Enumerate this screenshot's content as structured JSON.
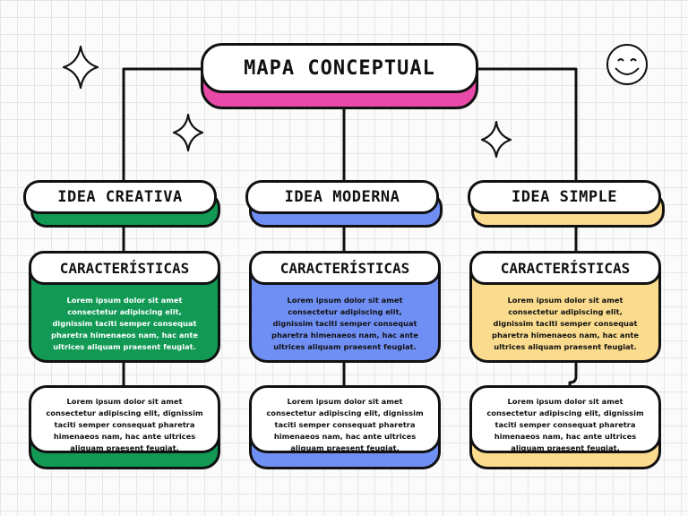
{
  "title": "MAPA CONCEPTUAL",
  "colors": {
    "title_accent": "#e94aa9",
    "green": "#129a55",
    "blue": "#6f8ff5",
    "yellow": "#fbdc8e",
    "outline": "#111111"
  },
  "ideas": [
    {
      "label": "IDEA CREATIVA",
      "color": "green",
      "characteristics_heading": "CARACTERÍSTICAS",
      "characteristics_text": "Lorem ipsum dolor sit amet consectetur adipiscing elit, dignissim taciti semper consequat pharetra himenaeos nam, hac ante ultrices aliquam praesent feugiat.",
      "detail_text": "Lorem ipsum dolor sit amet consectetur adipiscing elit, dignissim taciti semper consequat pharetra himenaeos nam, hac ante ultrices aliquam praesent feugiat."
    },
    {
      "label": "IDEA MODERNA",
      "color": "blue",
      "characteristics_heading": "CARACTERÍSTICAS",
      "characteristics_text": "Lorem ipsum dolor sit amet consectetur adipiscing elit, dignissim taciti semper consequat pharetra himenaeos nam, hac ante ultrices aliquam praesent feugiat.",
      "detail_text": "Lorem ipsum dolor sit amet consectetur adipiscing elit, dignissim taciti semper consequat pharetra himenaeos nam, hac ante ultrices aliquam praesent feugiat."
    },
    {
      "label": "IDEA SIMPLE",
      "color": "yellow",
      "characteristics_heading": "CARACTERÍSTICAS",
      "characteristics_text": "Lorem ipsum dolor sit amet consectetur adipiscing elit, dignissim taciti semper consequat pharetra himenaeos nam, hac ante ultrices aliquam praesent feugiat.",
      "detail_text": "Lorem ipsum dolor sit amet consectetur adipiscing elit, dignissim taciti semper consequat pharetra himenaeos nam, hac ante ultrices aliquam praesent feugiat."
    }
  ],
  "decorations": [
    "sparkle-icon",
    "sparkle-icon",
    "sparkle-icon",
    "smiley-icon"
  ]
}
